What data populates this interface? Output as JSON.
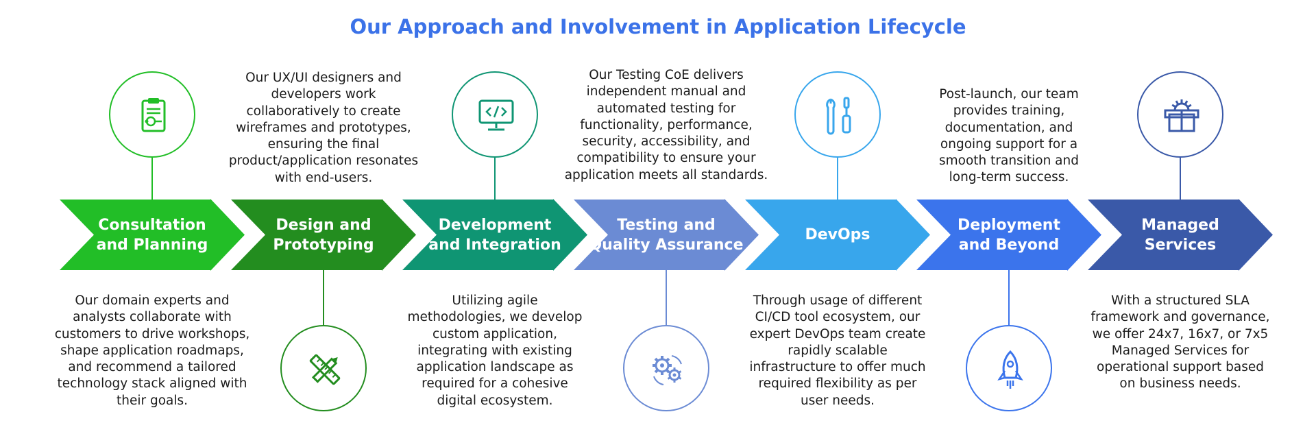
{
  "title": "Our Approach and Involvement in Application Lifecycle",
  "colors": {
    "title": "#3b72e8",
    "stages": [
      "#22be27",
      "#238d1f",
      "#0f9573",
      "#6b8bd4",
      "#38a6ec",
      "#3b74ec",
      "#3a59a8"
    ]
  },
  "stages": [
    {
      "name": "Consultation and Planning",
      "label_lines": [
        "Consultation",
        "and Planning"
      ],
      "icon": "clipboard-icon",
      "description": "Our domain experts and analysts collaborate with customers to drive workshops, shape application roadmaps, and recommend a tailored technology stack aligned with their goals."
    },
    {
      "name": "Design and Prototyping",
      "label_lines": [
        "Design and",
        "Prototyping"
      ],
      "icon": "pencil-ruler-icon",
      "description": "Our UX/UI designers and developers work collaboratively to create wireframes and prototypes, ensuring the final product/application resonates with end-users."
    },
    {
      "name": "Development and Integration",
      "label_lines": [
        "Development",
        "and Integration"
      ],
      "icon": "monitor-code-icon",
      "description": "Utilizing agile methodologies, we develop custom application, integrating with existing application landscape as required for a cohesive digital ecosystem."
    },
    {
      "name": "Testing and Quality Assurance",
      "label_lines": [
        "Testing and",
        "Quality Assurance"
      ],
      "icon": "gears-icon",
      "description": "Our Testing CoE delivers independent manual and automated testing for functionality, performance, security, accessibility, and compatibility to ensure your application meets all standards."
    },
    {
      "name": "DevOps",
      "label_lines": [
        "DevOps"
      ],
      "icon": "tools-icon",
      "description": "Through usage of different CI/CD tool ecosystem, our expert DevOps team create rapidly scalable infrastructure to offer much required flexibility as per user needs."
    },
    {
      "name": "Deployment and Beyond",
      "label_lines": [
        "Deployment",
        "and Beyond"
      ],
      "icon": "rocket-icon",
      "description": "Post-launch, our team provides training, documentation, and ongoing support for a smooth transition and long-term success."
    },
    {
      "name": "Managed Services",
      "label_lines": [
        "Managed",
        "Services"
      ],
      "icon": "gear-box-icon",
      "description": "With a structured SLA framework and governance, we offer 24x7, 16x7, or 7x5 Managed Services for operational support based on business needs."
    }
  ]
}
